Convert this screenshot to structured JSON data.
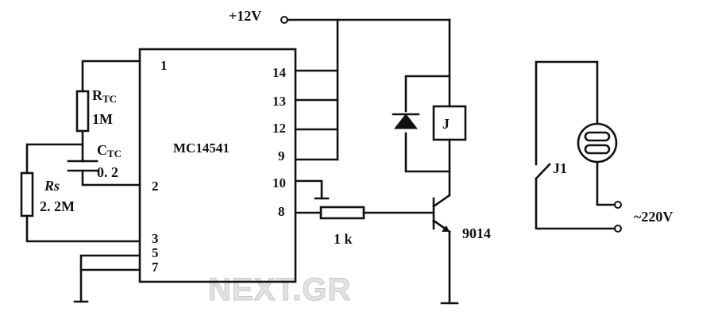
{
  "supply": {
    "positive_label": "+12V"
  },
  "ic": {
    "name": "MC14541",
    "pins": {
      "p1": "1",
      "p2": "2",
      "p3": "3",
      "p5": "5",
      "p7": "7",
      "p8": "8",
      "p9": "9",
      "p10": "10",
      "p12": "12",
      "p13": "13",
      "p14": "14"
    }
  },
  "rtc": {
    "letter": "R",
    "subscript": "TC",
    "value": "1M"
  },
  "ctc": {
    "letter": "C",
    "subscript": "TC",
    "value": "0. 2"
  },
  "rs": {
    "name": "Rs",
    "value": "2. 2M"
  },
  "resistor_base": {
    "value": "1 k"
  },
  "relay": {
    "coil_label": "J",
    "contact_label": "J1"
  },
  "transistor": {
    "label": "9014"
  },
  "mains": {
    "label": "~220V"
  },
  "watermark": {
    "text": "NEXT.GR"
  },
  "colors": {
    "ink": "#111111",
    "background": "#ffffff",
    "watermark": "#e2e2e2"
  }
}
